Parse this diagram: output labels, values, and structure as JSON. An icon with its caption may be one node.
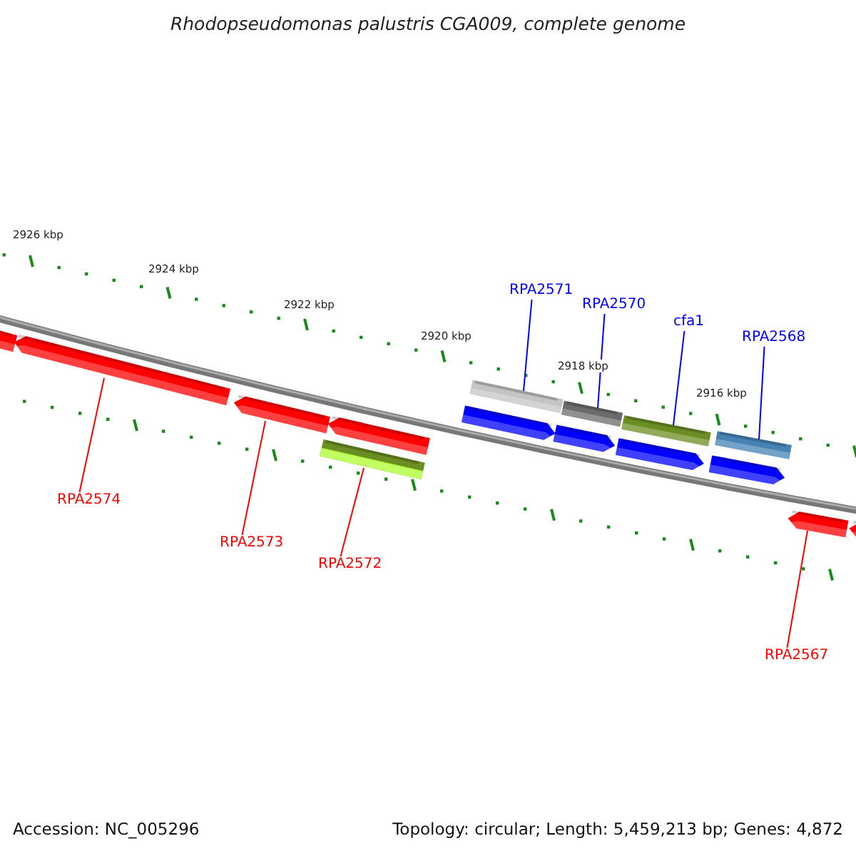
{
  "diagram": {
    "title": "Rhodopseudomonas palustris CGA009, complete genome",
    "nodes": [
      {
        "text": [
          "RPA2571"
        ]
      },
      {
        "text": [
          "RPA2570"
        ]
      },
      {
        "text": [
          "cfa1"
        ]
      },
      {
        "text": [
          "RPA2568"
        ]
      },
      {
        "text": [],
        "shape": "bar"
      },
      {
        "text": [],
        "shape": "bar"
      },
      {
        "text": [],
        "shape": "bar"
      },
      {
        "text": [],
        "shape": "bar"
      },
      {
        "text": [],
        "shape": "arrow"
      },
      {
        "text": [],
        "shape": "arrow"
      },
      {
        "text": [],
        "shape": "bar"
      },
      {
        "text": [],
        "shape": "arrow"
      },
      {
        "text": [
          "RPA2574"
        ]
      },
      {
        "text": [
          "RPA2573"
        ]
      },
      {
        "text": [
          "RPA2572"
        ]
      },
      {
        "text": [
          "RPA2567"
        ]
      }
    ],
    "edges": [
      {
        "from": 0,
        "to": 4,
        "arrow": "none"
      },
      {
        "from": 1,
        "to": 5,
        "arrow": "none"
      },
      {
        "from": 2,
        "to": 6,
        "arrow": "none"
      },
      {
        "from": 3,
        "to": 7,
        "arrow": "none"
      },
      {
        "from": 12,
        "to": 8,
        "arrow": "none",
        "color": "#ff0000"
      },
      {
        "from": 13,
        "to": 9,
        "arrow": "none",
        "color": "#ff0000"
      },
      {
        "from": 14,
        "to": 10,
        "arrow": "none",
        "color": "#ff0000"
      },
      {
        "from": 15,
        "to": 11,
        "arrow": "none",
        "color": "#ff0000"
      }
    ],
    "labels": [
      "2926 kbp",
      "2924 kbp",
      "2922 kbp",
      "2920 kbp",
      "2918 kbp",
      "2916 kbp",
      "Accession: NC_005296",
      "Topology: circular; Length: 5,459,213 bp; Genes: 4,872"
    ]
  }
}
